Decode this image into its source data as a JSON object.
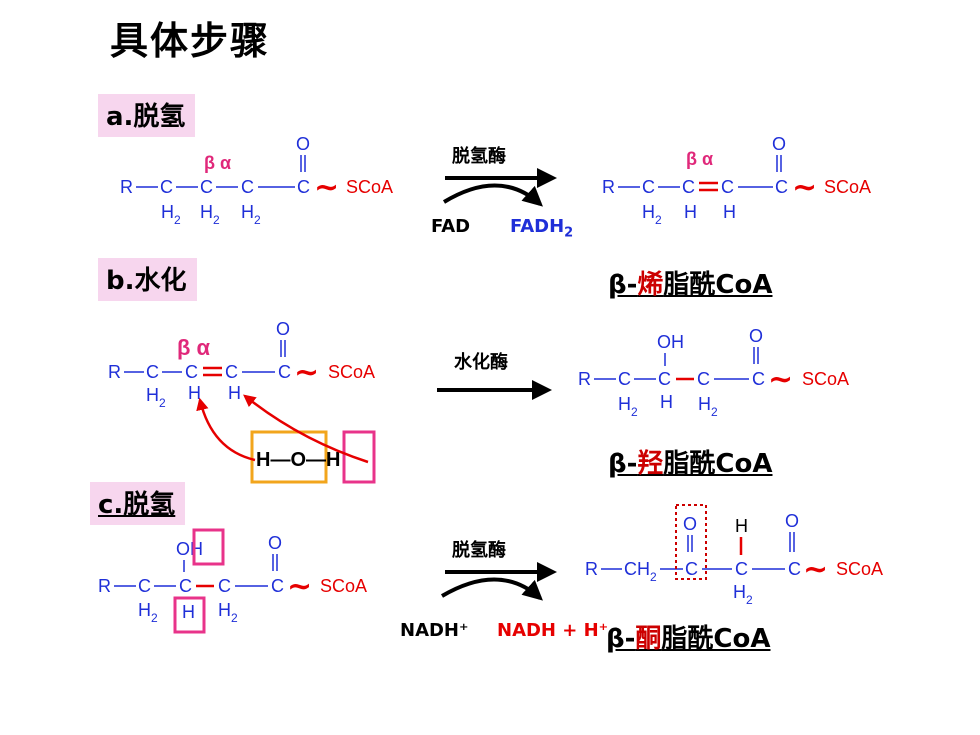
{
  "title": "具体步骤",
  "steps": {
    "a": {
      "label": "a.脱氢",
      "enzyme": "脱氢酶",
      "cofactor_in": "FAD",
      "cofactor_out_main": "FADH",
      "cofactor_out_sub": "2"
    },
    "b": {
      "label": "b.水化",
      "enzyme": "水化酶"
    },
    "c": {
      "label": "c.脱氢",
      "enzyme": "脱氢酶",
      "cofactor_in": "NADH⁺",
      "cofactor_out": "NADH + H⁺"
    }
  },
  "products": {
    "enoyl": {
      "prefix": "β-",
      "red": "烯",
      "suffix": "脂酰CoA"
    },
    "hydroxy": {
      "prefix": "β-",
      "red": "羟",
      "suffix": "脂酰CoA"
    },
    "keto": {
      "prefix": "β-",
      "red": "酮",
      "suffix": "脂酰CoA"
    }
  },
  "chem": {
    "r": "R",
    "c": "C",
    "h": "H",
    "h2": "H",
    "sub2": "2",
    "o": "O",
    "oh": "OH",
    "scoa": "SCoA",
    "ch2": "CH",
    "beta": "β",
    "alpha": "α",
    "beta_alpha": "β α",
    "tilde": "∼",
    "water": "H—O—H"
  },
  "colors": {
    "blue": "#1f2fd8",
    "red": "#e60000",
    "pink": "#e0287a",
    "box_pink": "#e8338a",
    "box_orange": "#f2a51c",
    "dark_red": "#cc0000"
  }
}
